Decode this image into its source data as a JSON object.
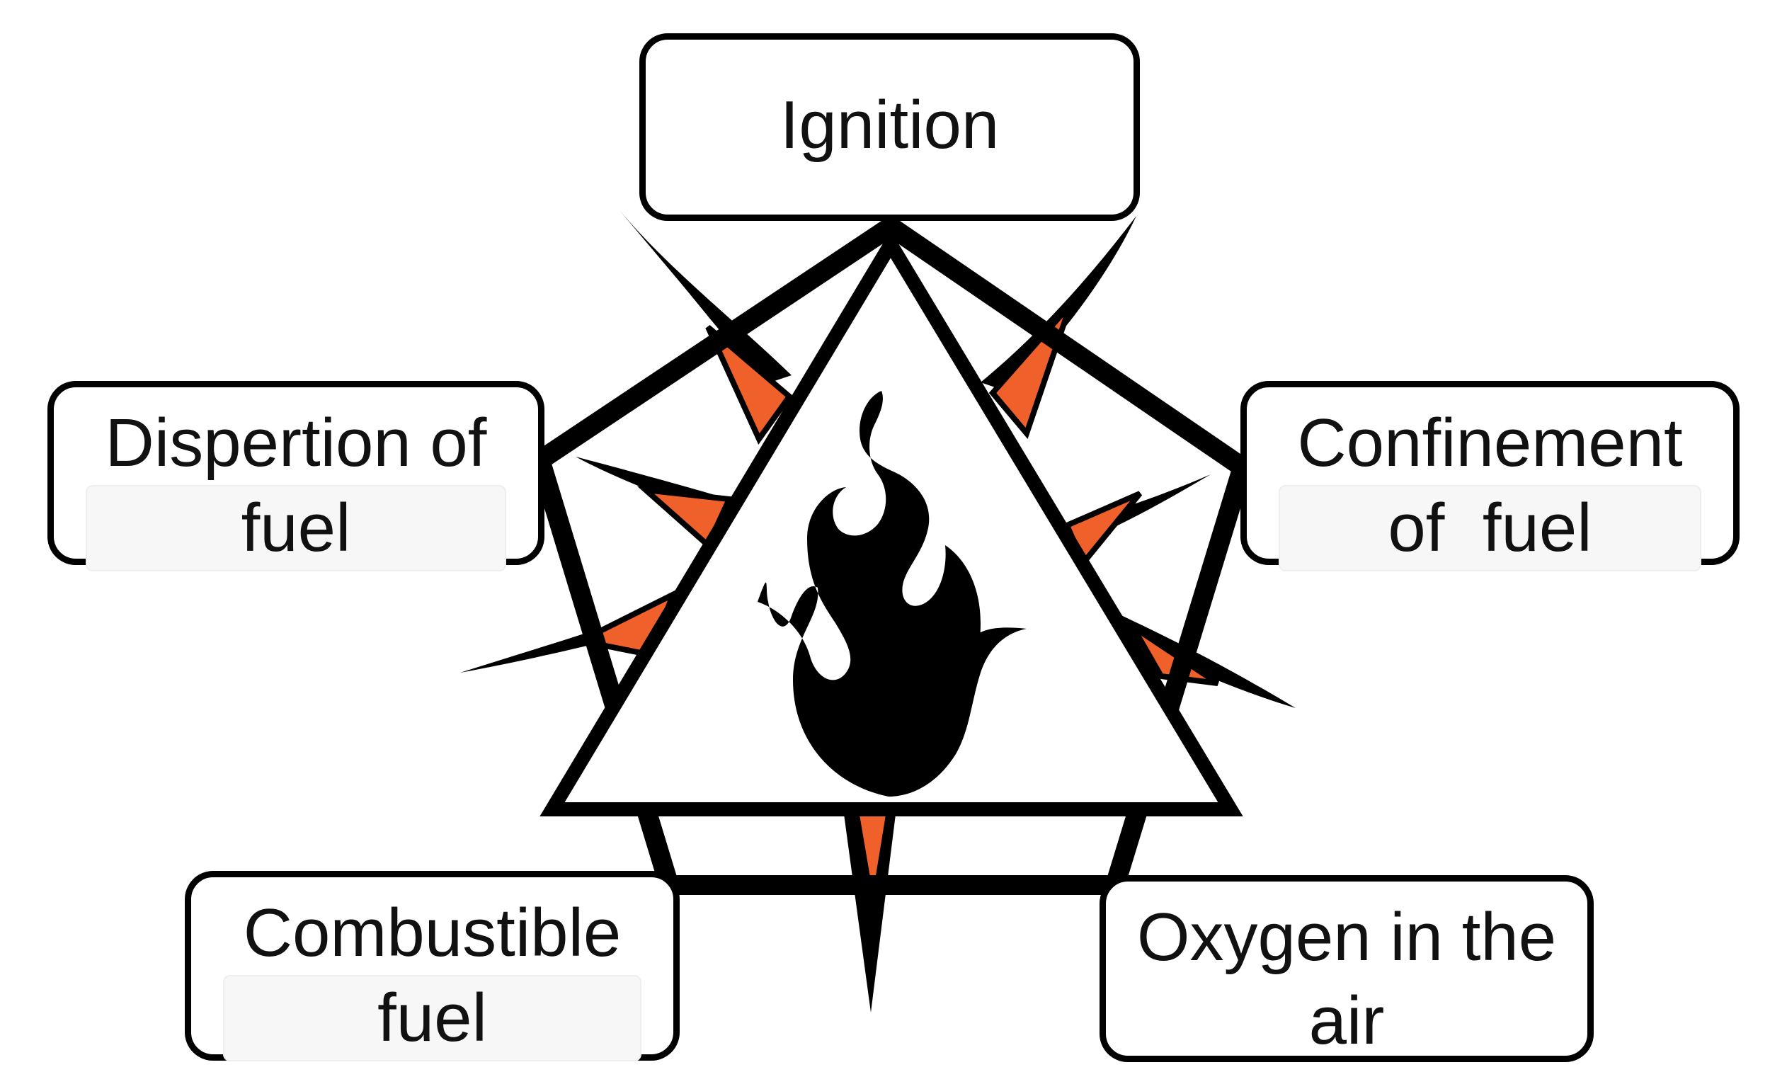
{
  "boxes": {
    "ignition": {
      "lines": [
        "Ignition"
      ]
    },
    "dispersion": {
      "lines": [
        "Dispertion of",
        "fuel"
      ]
    },
    "confinement": {
      "lines": [
        "Confinement",
        "of  fuel"
      ]
    },
    "combustible": {
      "lines": [
        "Combustible",
        "fuel"
      ]
    },
    "oxygen": {
      "lines": [
        "Oxygen in the",
        "air"
      ]
    }
  },
  "colors": {
    "outline": "#000000",
    "spike_fill": "#f0602b",
    "flame": "#000000",
    "background": "#ffffff"
  },
  "icons": [
    "spiked-pentagon-icon",
    "fire-triangle-icon",
    "flame-icon"
  ]
}
